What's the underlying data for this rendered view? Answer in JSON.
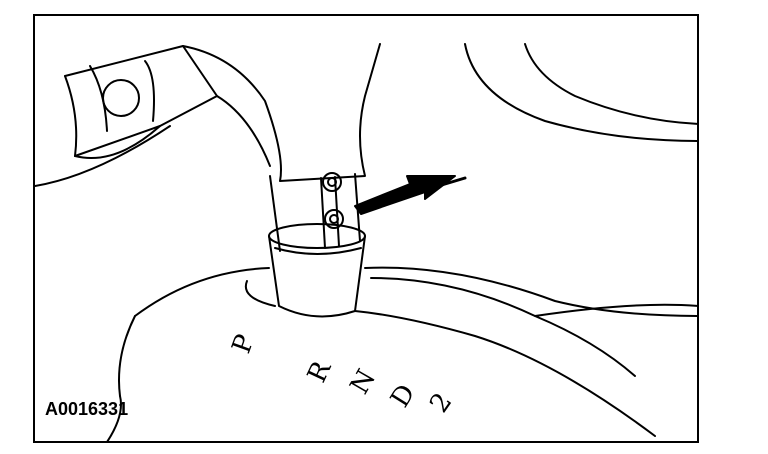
{
  "figure": {
    "id_label": "A0016331",
    "gear_positions": [
      "P",
      "R",
      "N",
      "D",
      "2"
    ],
    "callout": "arrow-pointing-to-shifter-screws"
  },
  "icons": {
    "screw": "torx-screw-icon",
    "arrow": "callout-arrow-icon"
  }
}
